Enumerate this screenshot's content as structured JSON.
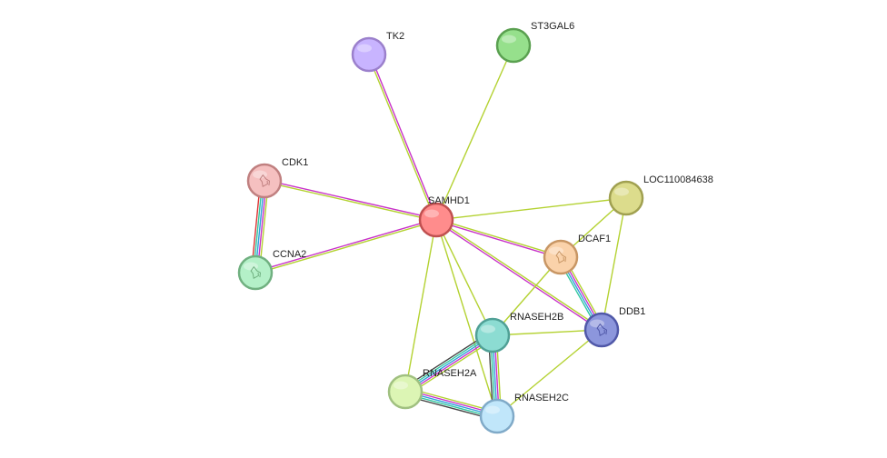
{
  "network": {
    "nodes": [
      {
        "id": "SAMHD1",
        "label": "SAMHD1",
        "fill": "#ff8c8c",
        "stroke": "#c05050",
        "center": true
      },
      {
        "id": "TK2",
        "label": "TK2",
        "fill": "#c8b4ff",
        "stroke": "#9b80cc"
      },
      {
        "id": "ST3GAL6",
        "label": "ST3GAL6",
        "fill": "#96e08c",
        "stroke": "#5aa050"
      },
      {
        "id": "CDK1",
        "label": "CDK1",
        "fill": "#f5c0c0",
        "stroke": "#c08080",
        "texture": true
      },
      {
        "id": "CCNA2",
        "label": "CCNA2",
        "fill": "#b4f0c8",
        "stroke": "#70b080",
        "texture": true
      },
      {
        "id": "LOC110084638",
        "label": "LOC110084638",
        "fill": "#dcdc8c",
        "stroke": "#a0a050"
      },
      {
        "id": "DCAF1",
        "label": "DCAF1",
        "fill": "#fad2aa",
        "stroke": "#c89664",
        "texture": true
      },
      {
        "id": "DDB1",
        "label": "DDB1",
        "fill": "#8c96dc",
        "stroke": "#5058a8",
        "texture": true
      },
      {
        "id": "RNASEH2B",
        "label": "RNASEH2B",
        "fill": "#8cdcd2",
        "stroke": "#50a096"
      },
      {
        "id": "RNASEH2A",
        "label": "RNASEH2A",
        "fill": "#dcf5b4",
        "stroke": "#a0c080"
      },
      {
        "id": "RNASEH2C",
        "label": "RNASEH2C",
        "fill": "#c0e6fa",
        "stroke": "#80aac8"
      }
    ],
    "edges": [
      {
        "source": "SAMHD1",
        "target": "TK2",
        "colors": [
          "#b4d232",
          "#c832c8"
        ]
      },
      {
        "source": "SAMHD1",
        "target": "ST3GAL6",
        "colors": [
          "#b4d232"
        ]
      },
      {
        "source": "SAMHD1",
        "target": "CDK1",
        "colors": [
          "#b4d232",
          "#c832c8"
        ]
      },
      {
        "source": "SAMHD1",
        "target": "CCNA2",
        "colors": [
          "#b4d232",
          "#c832c8"
        ]
      },
      {
        "source": "SAMHD1",
        "target": "LOC110084638",
        "colors": [
          "#b4d232"
        ]
      },
      {
        "source": "SAMHD1",
        "target": "DCAF1",
        "colors": [
          "#b4d232",
          "#c832c8"
        ]
      },
      {
        "source": "SAMHD1",
        "target": "DDB1",
        "colors": [
          "#b4d232",
          "#c832c8"
        ]
      },
      {
        "source": "SAMHD1",
        "target": "RNASEH2B",
        "colors": [
          "#b4d232"
        ]
      },
      {
        "source": "SAMHD1",
        "target": "RNASEH2A",
        "colors": [
          "#b4d232"
        ]
      },
      {
        "source": "SAMHD1",
        "target": "RNASEH2C",
        "colors": [
          "#b4d232"
        ]
      },
      {
        "source": "CDK1",
        "target": "CCNA2",
        "colors": [
          "#b4d232",
          "#c832c8",
          "#32a0dc",
          "#32c8a0",
          "#dc3232"
        ]
      },
      {
        "source": "DCAF1",
        "target": "DDB1",
        "colors": [
          "#b4d232",
          "#c832c8",
          "#32a0dc",
          "#32c8a0"
        ]
      },
      {
        "source": "DCAF1",
        "target": "LOC110084638",
        "colors": [
          "#b4d232"
        ]
      },
      {
        "source": "DCAF1",
        "target": "RNASEH2B",
        "colors": [
          "#b4d232"
        ]
      },
      {
        "source": "LOC110084638",
        "target": "DDB1",
        "colors": [
          "#b4d232"
        ]
      },
      {
        "source": "RNASEH2B",
        "target": "DDB1",
        "colors": [
          "#b4d232"
        ]
      },
      {
        "source": "RNASEH2C",
        "target": "DDB1",
        "colors": [
          "#b4d232"
        ]
      },
      {
        "source": "RNASEH2B",
        "target": "RNASEH2A",
        "colors": [
          "#b4d232",
          "#c832c8",
          "#32a0dc",
          "#32c8a0",
          "#464646"
        ]
      },
      {
        "source": "RNASEH2B",
        "target": "RNASEH2C",
        "colors": [
          "#b4d232",
          "#c832c8",
          "#32a0dc",
          "#32c8a0",
          "#464646"
        ]
      },
      {
        "source": "RNASEH2A",
        "target": "RNASEH2C",
        "colors": [
          "#b4d232",
          "#c832c8",
          "#32a0dc",
          "#32c8a0",
          "#464646"
        ]
      }
    ]
  }
}
